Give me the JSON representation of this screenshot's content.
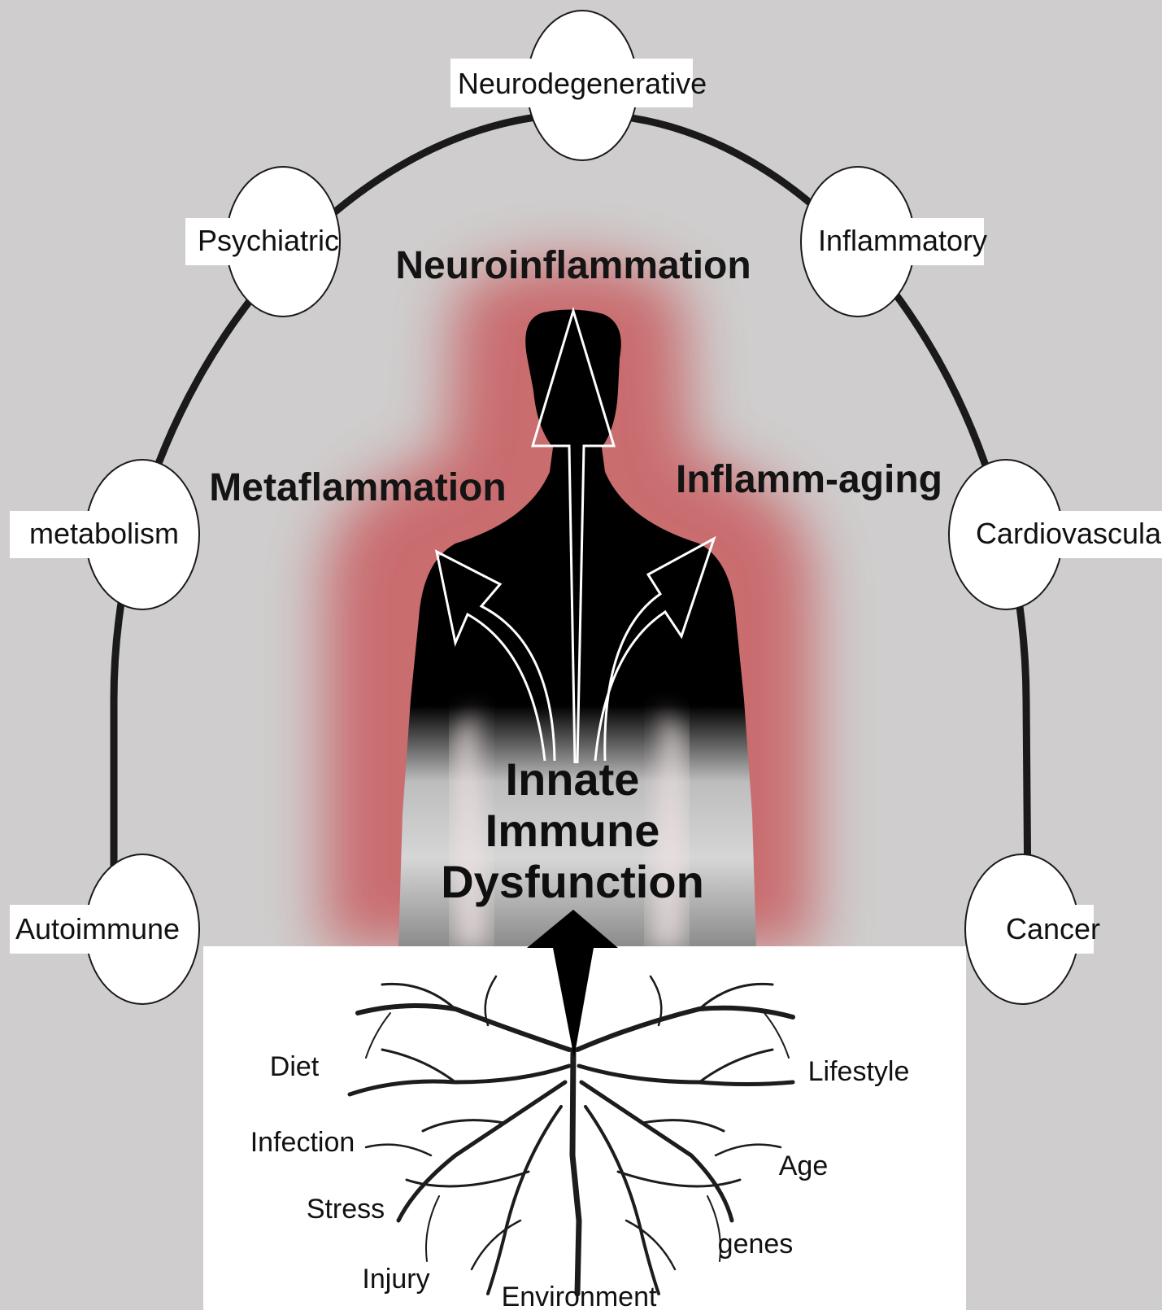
{
  "diseases": {
    "neurodegenerative": "Neurodegenerative",
    "psychiatric": "Psychiatric",
    "inflammatory": "Inflammatory",
    "metabolism": "metabolism",
    "cardiovascular": "Cardiovascular",
    "autoimmune": "Autoimmune",
    "cancer": "Cancer"
  },
  "processes": {
    "neuroinflammation": "Neuroinflammation",
    "metaflammation": "Metaflammation",
    "inflamm_aging": "Inflamm-aging"
  },
  "core": {
    "line1": "Innate",
    "line2": "Immune",
    "line3": "Dysfunction"
  },
  "roots": {
    "diet": "Diet",
    "infection": "Infection",
    "stress": "Stress",
    "injury": "Injury",
    "environment": "Environment",
    "genes": "genes",
    "age": "Age",
    "lifestyle": "Lifestyle"
  },
  "colors": {
    "background": "#cfcdcd",
    "glow": "#c9686a",
    "silhouette": "#000000",
    "arc": "#1a1a1a",
    "root_panel": "#ffffff"
  }
}
